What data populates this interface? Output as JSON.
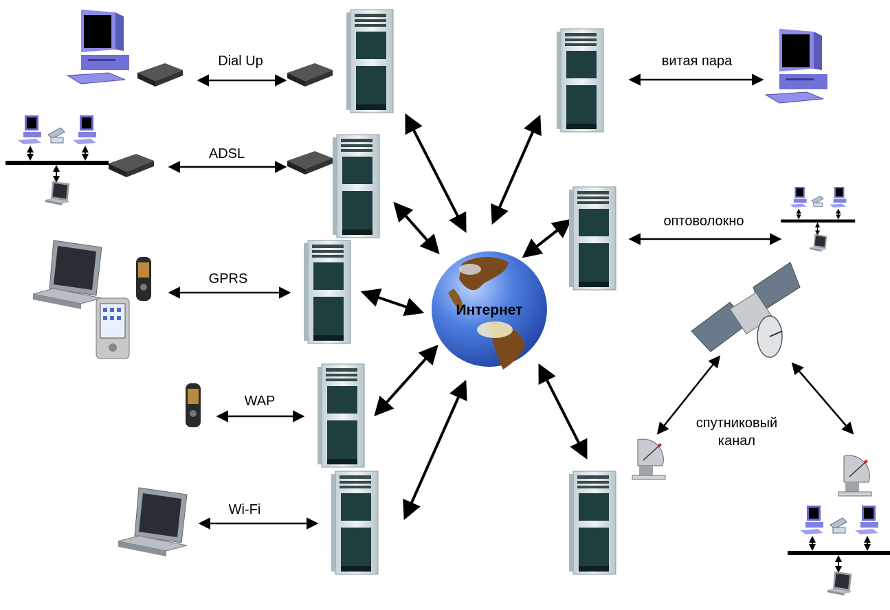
{
  "diagram": {
    "center_label": "Интернет",
    "links": {
      "dialup": "Dial Up",
      "adsl": "ADSL",
      "gprs": "GPRS",
      "wap": "WAP",
      "wifi": "Wi-Fi",
      "twisted_pair": "витая пара",
      "fiber": "оптоволокно",
      "satellite_line1": "спутниковый",
      "satellite_line2": "канал"
    }
  },
  "colors": {
    "globe_ocean": "#3f6fd8",
    "globe_land": "#7a4a1c",
    "server_body": "#dde6ea",
    "server_panel": "#1f3f3f",
    "monitor": "#6a6ad0"
  }
}
